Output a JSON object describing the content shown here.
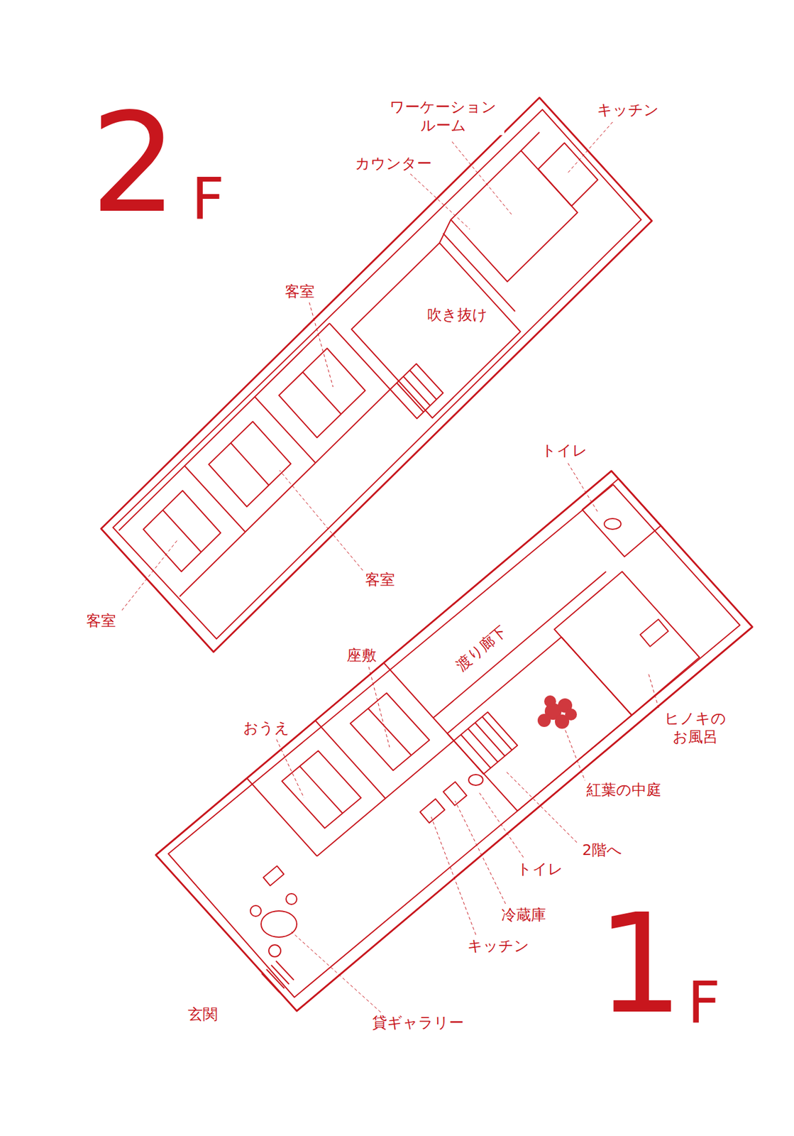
{
  "diagram": {
    "labels": [
      "2",
      "F",
      "ワーケーション ルーム",
      "キッチン",
      "カウンター",
      "客室",
      "吹き抜け",
      "客室",
      "客室",
      "トイレ",
      "渡り廊下",
      "座敷",
      "おうえ",
      "ヒノキの お風呂",
      "紅葉の中庭",
      "2階へ",
      "トイレ",
      "冷蔵庫",
      "キッチン",
      "玄関",
      "貸ギャラリー",
      "1",
      "F"
    ]
  }
}
